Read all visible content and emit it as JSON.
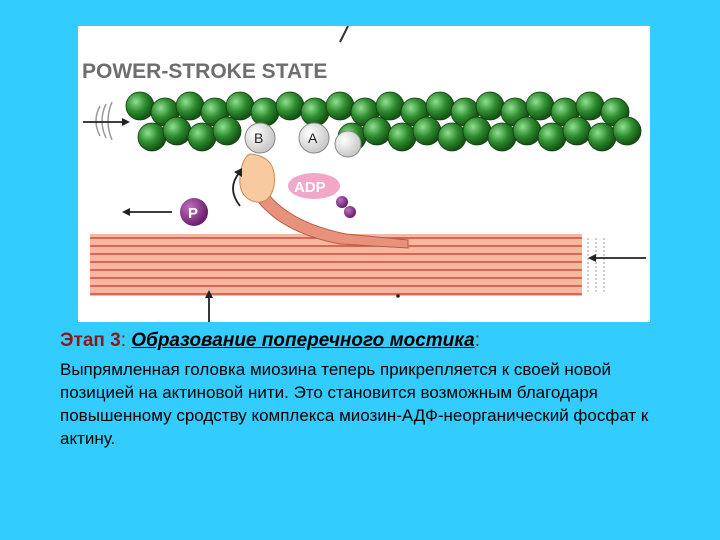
{
  "figure": {
    "title": "POWER-STROKE STATE",
    "label_b": "B",
    "label_a": "A",
    "label_adp": "ADP",
    "label_p": "P",
    "colors": {
      "actin_green": "#2e8b2e",
      "actin_light": "#7fd47f",
      "myosin_head": "#f7caa0",
      "myosin_filament": "#e8927c",
      "adp_pink": "#f2a6c8",
      "phosphate_purple": "#8a2c8a",
      "background": "#33ccff"
    }
  },
  "caption": {
    "stage": "Этап 3",
    "separator": ":",
    "title": "Образование поперечного мостика",
    "title_colon": ":",
    "body": "Выпрямленная головка миозина теперь прикрепляется к своей новой позицией на актиновой нити. Это становится возможным благодаря повышенному сродству комплекса миозин-АДФ-неорганический фосфат к актину."
  }
}
